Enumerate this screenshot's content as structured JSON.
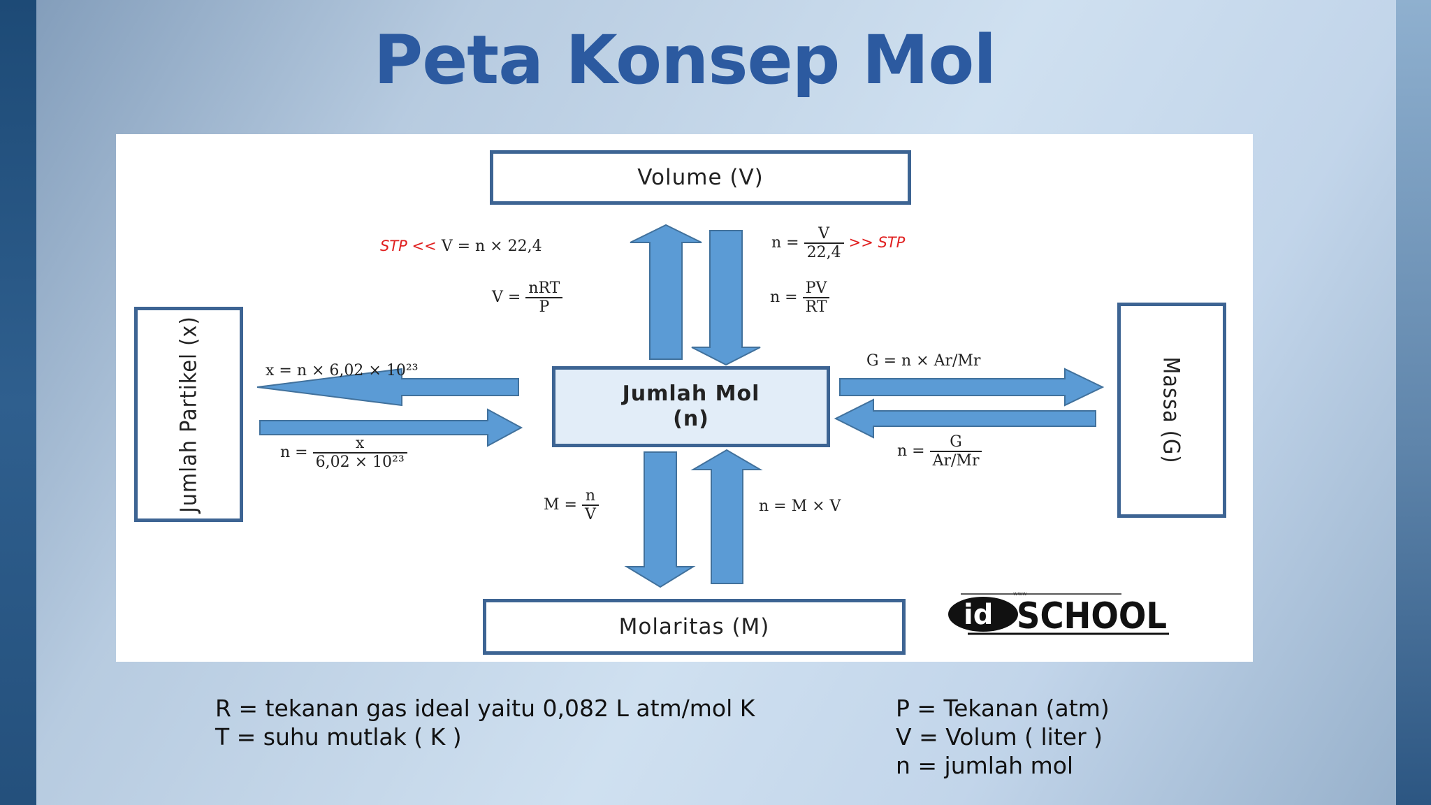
{
  "title": "Peta Konsep Mol",
  "colors": {
    "title": "#2c5aa0",
    "arrow_fill": "#5b9bd5",
    "arrow_stroke": "#41719c",
    "box_border": "#3d6493",
    "stp": "#e02020"
  },
  "boxes": {
    "volume": "Volume (V)",
    "center_line1": "Jumlah Mol",
    "center_line2": "(n)",
    "particles": "Jumlah Partikel (x)",
    "mass": "Massa (G)",
    "molarity": "Molaritas (M)"
  },
  "formulas": {
    "stp_left": "STP <<",
    "v_stp": "V = n × 22,4",
    "n_stp_lhs": "n =",
    "n_stp_num": "V",
    "n_stp_den": "22,4",
    "stp_right": ">> STP",
    "v_ideal_lhs": "V =",
    "v_ideal_num": "nRT",
    "v_ideal_den": "P",
    "n_ideal_lhs": "n =",
    "n_ideal_num": "PV",
    "n_ideal_den": "RT",
    "x_from_n": "x = n  × 6,02  × 10²³",
    "n_from_x_lhs": "n =",
    "n_from_x_num": "x",
    "n_from_x_den": "6,02  × 10²³",
    "g_from_n": "G = n  × Ar/Mr",
    "n_from_g_lhs": "n =",
    "n_from_g_num": "G",
    "n_from_g_den": "Ar/Mr",
    "m_lhs": "M =",
    "m_num": "n",
    "m_den": "V",
    "n_from_m": "n = M × V"
  },
  "logo": {
    "text_id": "id",
    "text_school": "SCHOOL",
    "small": "www"
  },
  "legend": {
    "left": [
      "R = tekanan gas ideal yaitu 0,082 L atm/mol K",
      "T = suhu mutlak ( K )"
    ],
    "right": [
      "P = Tekanan (atm)",
      "V = Volum ( liter )",
      "n = jumlah mol"
    ]
  }
}
